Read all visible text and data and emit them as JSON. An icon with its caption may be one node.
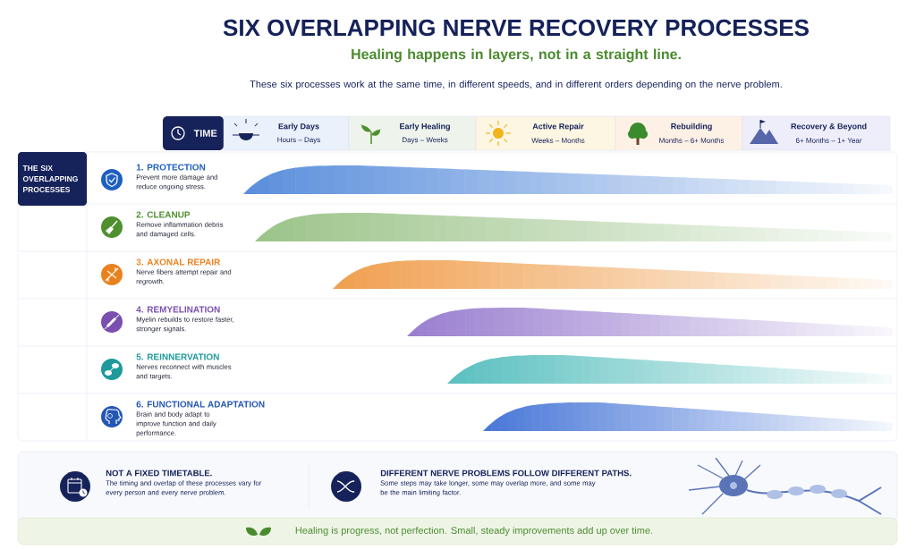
{
  "diagram": {
    "title": "SIX OVERLAPPING NERVE RECOVERY PROCESSES",
    "nodes": [
      {
        "text": [
          "TIME"
        ]
      },
      {
        "text": [
          "Early Days",
          "Hours – Days"
        ]
      },
      {
        "text": [
          "Early Healing",
          "Days – Weeks"
        ]
      },
      {
        "text": [
          "Active Repair",
          "Weeks – Months"
        ]
      },
      {
        "text": [
          "Rebuilding",
          "Months – 6+ Months"
        ]
      },
      {
        "text": [
          "Recovery & Beyond",
          "6+ Months – 1+ Year"
        ]
      },
      {
        "text": [
          "THE SIX OVERLAPPING PROCESSES"
        ]
      },
      {
        "text": [
          "1. PROTECTION",
          "Prevent more damage and reduce ongoing stress."
        ]
      },
      {
        "text": [
          "2. CLEANUP",
          "Remove inflammation debris and damaged cells."
        ]
      },
      {
        "text": [
          "3. AXONAL REPAIR",
          "Nerve fibers attempt repair and regrowth."
        ]
      },
      {
        "text": [
          "4. REMYELINATION",
          "Myelin rebuilds to restore faster, stronger signals."
        ]
      },
      {
        "text": [
          "5. REINNERVATION",
          "Nerves reconnect with muscles and targets."
        ]
      },
      {
        "text": [
          "6. FUNCTIONAL ADAPTATION",
          "Brain and body adapt to improve function and daily performance."
        ]
      },
      {
        "text": [
          "NOT A FIXED TIMETABLE.",
          "The timing and overlap of these processes vary for every person and every nerve problem."
        ]
      },
      {
        "text": [
          "DIFFERENT NERVE PROBLEMS FOLLOW DIFFERENT PATHS.",
          "Some steps may take longer, some may overlap more, and some may be the main limiting factor."
        ]
      },
      {
        "text": [
          "Healing is progress, not perfection.   Small, steady improvements add up over time."
        ]
      }
    ],
    "labels": [
      "Healing happens in layers, not in a straight line.",
      "These six processes work at the same time, in different speeds, and in different orders depending on the nerve problem."
    ]
  }
}
